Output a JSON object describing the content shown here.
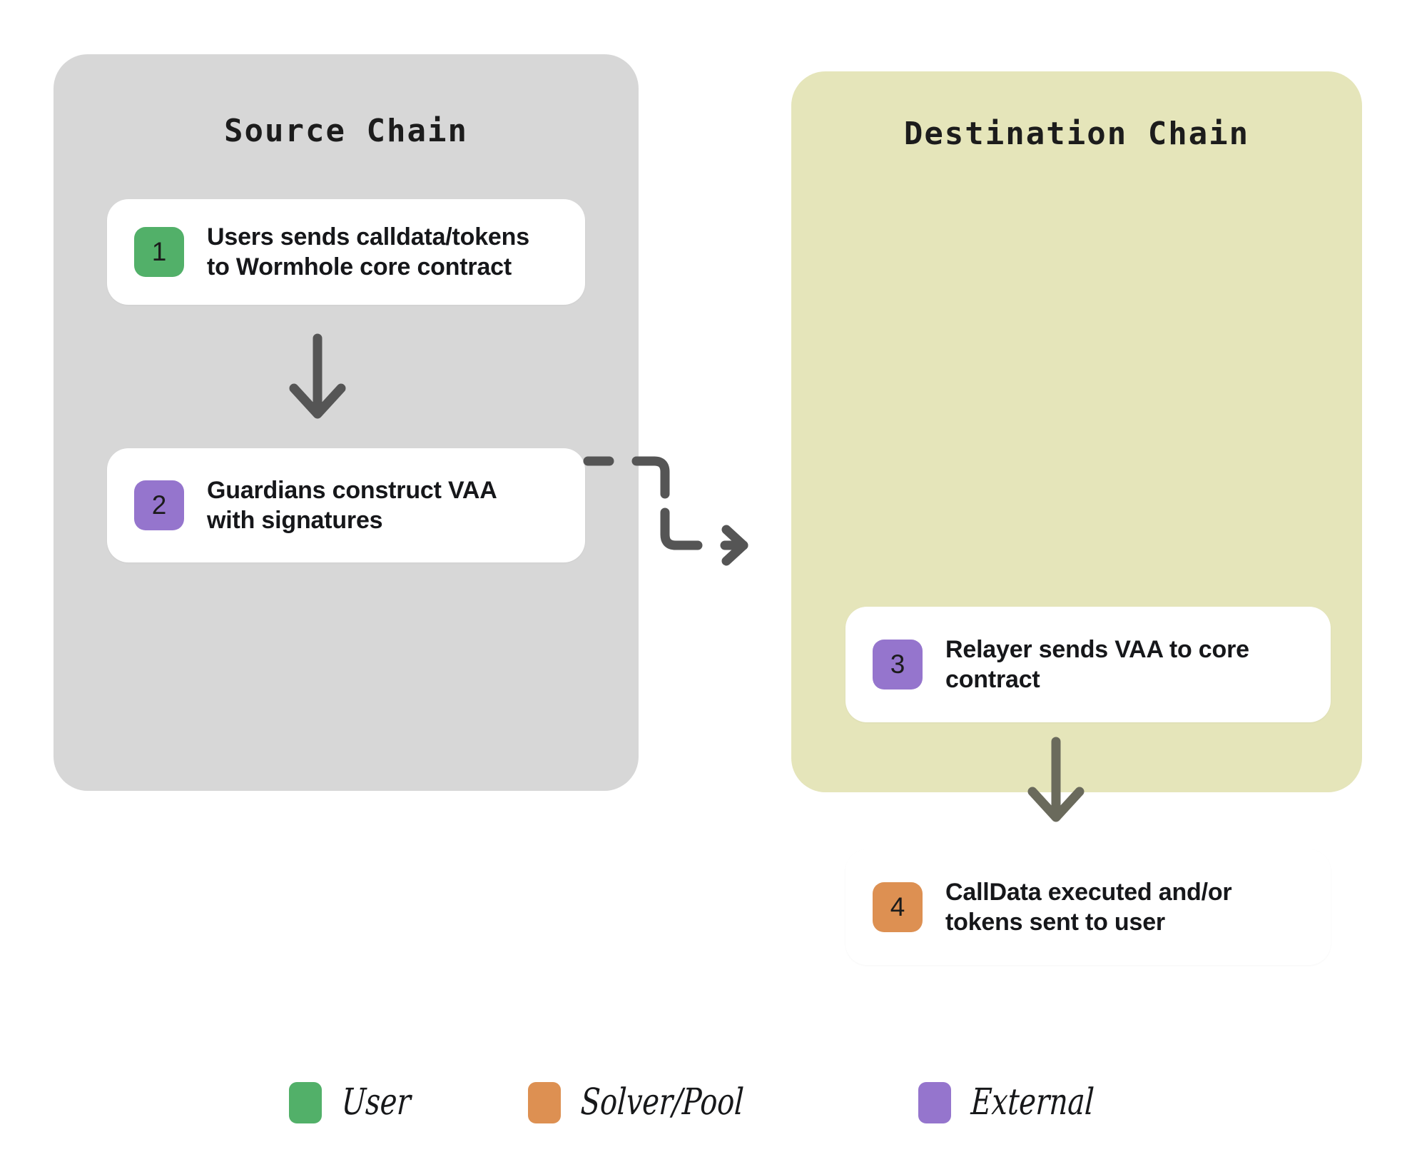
{
  "panels": [
    {
      "id": "source",
      "title": "Source Chain",
      "background": "#d7d7d7"
    },
    {
      "id": "destination",
      "title": "Destination Chain",
      "background": "#e5e5ba"
    }
  ],
  "steps": [
    {
      "number": "1",
      "text": "Users sends calldata/tokens\nto Wormhole core contract",
      "badge_color": "#52b069",
      "category": "User",
      "panel": "source"
    },
    {
      "number": "2",
      "text": "Guardians construct VAA\nwith signatures",
      "badge_color": "#9575cd",
      "category": "External",
      "panel": "source"
    },
    {
      "number": "3",
      "text": "Relayer sends VAA to core\ncontract",
      "badge_color": "#9575cd",
      "category": "External",
      "panel": "destination"
    },
    {
      "number": "4",
      "text": "CallData executed and/or\ntokens sent to user",
      "badge_color": "#dd9052",
      "category": "Solver/Pool",
      "panel": "destination"
    }
  ],
  "connectors": [
    {
      "name": "source-step1-to-step2",
      "type": "arrow-down",
      "color": "#555555"
    },
    {
      "name": "source-step2-to-dest-step3",
      "type": "elbow-arrow-right",
      "color": "#555555"
    },
    {
      "name": "dest-step3-to-step4",
      "type": "arrow-down",
      "color": "#666655"
    }
  ],
  "legend": {
    "items": [
      {
        "label": "User",
        "color": "#52b069"
      },
      {
        "label": "Solver/Pool",
        "color": "#dd9052"
      },
      {
        "label": "External",
        "color": "#9575cd"
      }
    ]
  }
}
